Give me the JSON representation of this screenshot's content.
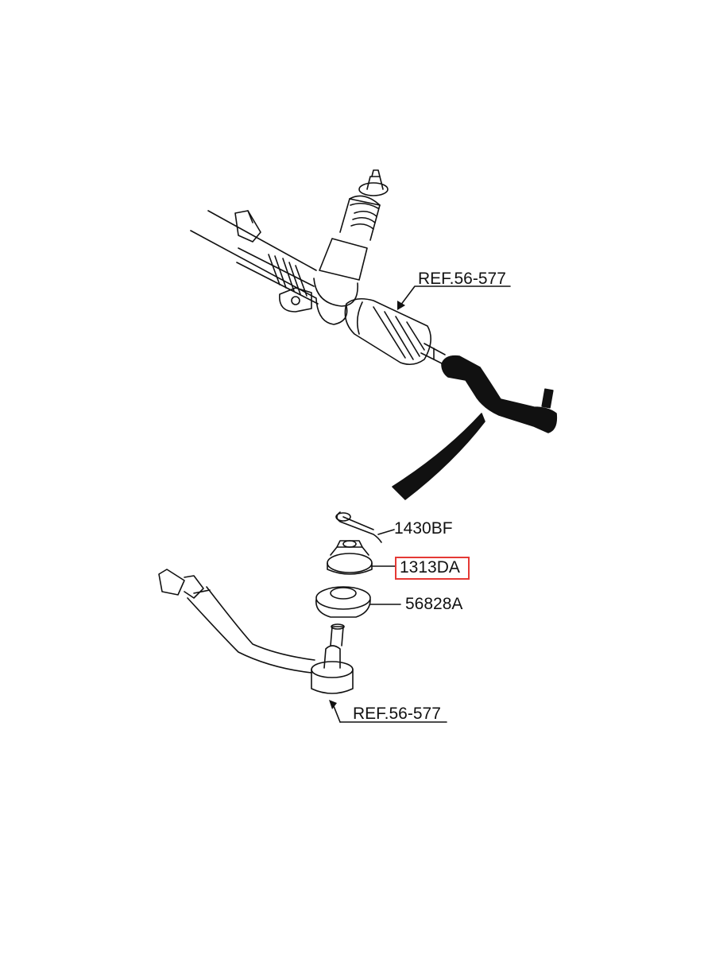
{
  "diagram": {
    "callouts": {
      "ref_upper": "REF.56-577",
      "cotter_pin": "1430BF",
      "nut": "1313DA",
      "washer": "56828A",
      "ref_lower": "REF.56-577"
    },
    "highlighted_part": "1313DA",
    "highlight_color": "#e53935",
    "line_color": "#111111"
  }
}
